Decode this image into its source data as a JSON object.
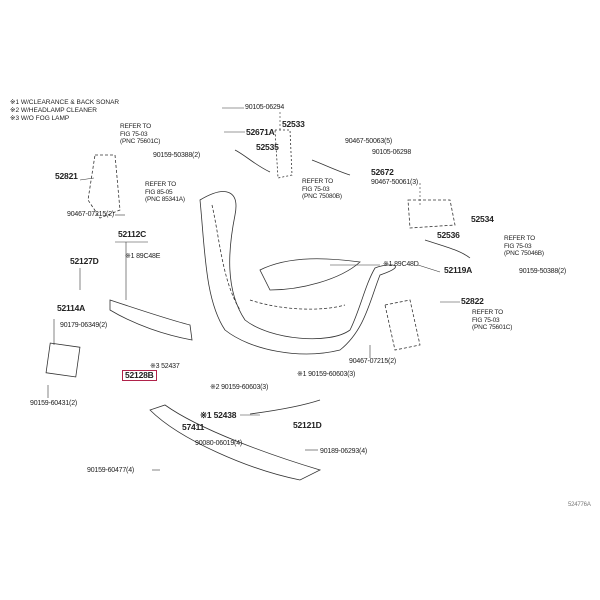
{
  "notes": [
    "※1 W/CLEARANCE & BACK SONAR",
    "※2 W/HEADLAMP CLEANER",
    "※3 W/O FOG LAMP"
  ],
  "labels": {
    "p90105_06294": "90105-06294",
    "p52671A": "52671A",
    "p52533": "52533",
    "p52535": "52535",
    "p90159_50388_a": "90159-50388(2)",
    "p90467_50063": "90467-50063(5)",
    "p90105_06298": "90105-06298",
    "p52672": "52672",
    "p90467_50061": "90467-50061(3)",
    "p52821": "52821",
    "p90467_07215_a": "90467-07215(2)",
    "p52534": "52534",
    "p52536": "52536",
    "p52112C": "52112C",
    "p89C48E": "※1 89C48E",
    "p52127D": "52127D",
    "p89C48D": "※1 89C48D",
    "p52119A": "52119A",
    "p90159_50388_b": "90159-50388(2)",
    "p52822": "52822",
    "p52114A": "52114A",
    "p90179_06349": "90179-06349(2)",
    "p90467_07215_b": "90467-07215(2)",
    "p52437": "※3 52437",
    "p52128B": "52128B",
    "p90159_60603_a": "※2 90159-60603(3)",
    "p90159_60603_b": "※1 90159-60603(3)",
    "p90159_60431": "90159-60431(2)",
    "p52438": "※1 52438",
    "p57411": "57411",
    "p52121D": "52121D",
    "p90080_06019": "90080-06019(4)",
    "p90189_06293": "90189-06293(4)",
    "p90159_60477": "90159-60477(4)",
    "diagram_id": "524776A"
  },
  "refs": [
    {
      "line1": "REFER TO",
      "line2": "FIG 75-03",
      "line3": "(PNC 75601C)"
    },
    {
      "line1": "REFER TO",
      "line2": "FIG 85-05",
      "line3": "(PNC 85341A)"
    },
    {
      "line1": "REFER TO",
      "line2": "FIG 75-03",
      "line3": "(PNC 75080B)"
    },
    {
      "line1": "REFER TO",
      "line2": "FIG 75-03",
      "line3": "(PNC 75046B)"
    },
    {
      "line1": "REFER TO",
      "line2": "FIG 75-03",
      "line3": "(PNC 75601C)"
    }
  ],
  "highlight_color": "#b0224a"
}
